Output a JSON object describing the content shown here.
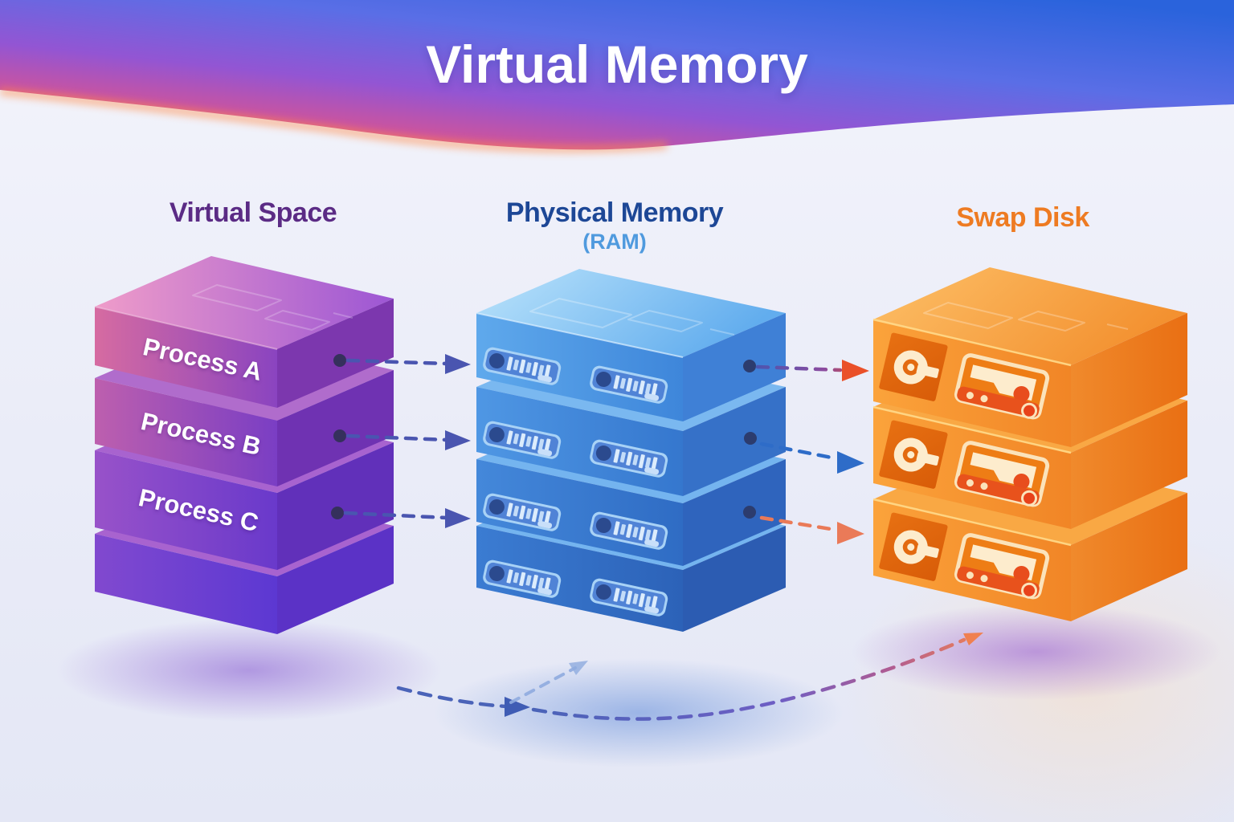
{
  "title": "Virtual Memory",
  "columns": {
    "virtual_space": {
      "label": "Virtual Space"
    },
    "physical_memory": {
      "label": "Physical Memory",
      "sublabel": "(RAM)"
    },
    "swap_disk": {
      "label": "Swap Disk"
    }
  },
  "virtual_stack": {
    "slabs": [
      {
        "label": "Process A"
      },
      {
        "label": "Process B"
      },
      {
        "label": "Process C"
      },
      {
        "label": ""
      }
    ]
  },
  "physical_stack": {
    "slab_count": 4,
    "ram_modules_per_slab": 2
  },
  "swap_stack": {
    "slab_count": 3
  },
  "mappings": {
    "virtual_to_physical_arrows": 3,
    "physical_to_swap_arrows": 3,
    "has_bottom_swap_curve": true
  },
  "colors": {
    "banner_left": "#f2724d",
    "banner_mid": "#8f55d2",
    "banner_right": "#2a63dc",
    "virtual_label": "#5b2b85",
    "physical_label": "#1d4796",
    "ram_label": "#4f9ade",
    "swap_label": "#ee7b22",
    "process_text": "#ffffff",
    "arrow_indigo": "#4a55b0",
    "arrow_blue": "#2e6cc8",
    "arrow_red": "#e8512e"
  }
}
